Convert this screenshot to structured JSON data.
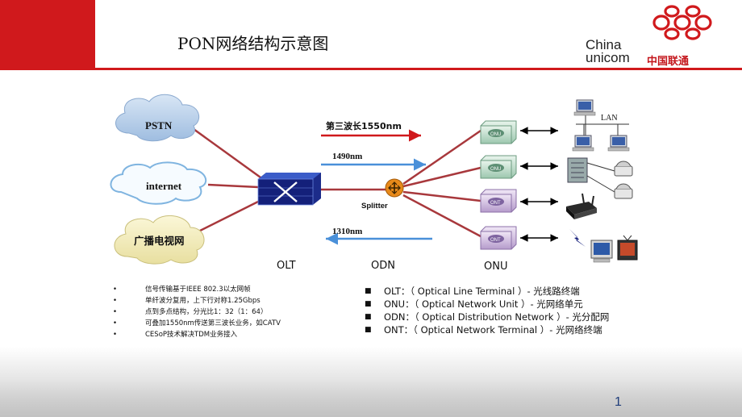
{
  "slide": {
    "title": "PON网络结构示意图",
    "page_number": "1"
  },
  "logo": {
    "line1": "China",
    "line2": "unicom",
    "line3": "中国联通",
    "brand_color": "#d0191c"
  },
  "diagram": {
    "clouds": {
      "pstn": "PSTN",
      "internet": "internet",
      "catv": "广播电视网"
    },
    "downstream_label": "第三波长1550nm",
    "downstream_color": "#d0191c",
    "wave_1490": "1490nm",
    "wave_1310": "1310nm",
    "wave_color": "#4a90d9",
    "splitter_label": "Splitter",
    "lan_label": "LAN",
    "section_olt": "OLT",
    "section_odn": "ODN",
    "section_onu": "ONU",
    "onu_labels": [
      "ONU",
      "ONU",
      "ONT",
      "ONT"
    ]
  },
  "notes": [
    "信号传输基于IEEE 802.3以太网帧",
    "单纤波分复用，上下行对称1.25Gbps",
    "点到多点结构，分光比1：32（1：64）",
    "可叠加1550nm传送第三波长业务，如CATV",
    "CESoP技术解决TDM业务接入"
  ],
  "bullet_symbol": "•",
  "legend_symbol": "■",
  "legend": [
    "OLT：（ Optical   Line Terminal ）- 光线路终端",
    "ONU：（ Optical   Network Unit ）- 光网络单元",
    "ODN：（ Optical   Distribution Network ）- 光分配网",
    "ONT：（   Optical Network  Terminal ）- 光网络终端"
  ]
}
